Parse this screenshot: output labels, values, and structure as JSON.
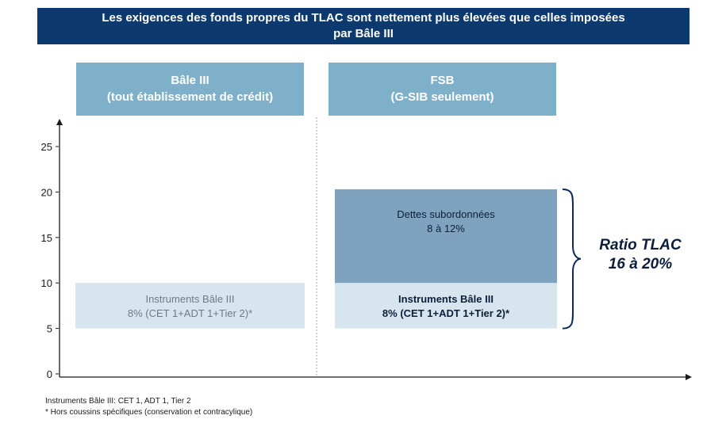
{
  "title": {
    "line1": "Les exigences des fonds propres du TLAC sont nettement plus élevées que celles imposées",
    "line2": "par Bâle III"
  },
  "columns": [
    {
      "title": "Bâle III",
      "subtitle": "(tout établissement de crédit)"
    },
    {
      "title": "FSB",
      "subtitle": "(G-SIB seulement)"
    }
  ],
  "ratio_label": {
    "line1": "Ratio TLAC",
    "line2": "16 à 20%"
  },
  "footnotes": [
    "Instruments Bâle III: CET 1, ADT 1, Tier  2",
    "* Hors coussins spécifiques (conservation et contracylique)"
  ],
  "colors": {
    "title_bg": "#0d3a6e",
    "header_bg": "#7fb0c9",
    "light_block": "#d7e6ee",
    "dark_block": "#7fa3bf",
    "brace": "#0d2a5a"
  },
  "chart_data": {
    "type": "bar",
    "ylim": [
      0,
      27
    ],
    "yticks": [
      0,
      5,
      10,
      15,
      20,
      25
    ],
    "grid": false,
    "blocks": [
      {
        "column": 0,
        "y0": 5,
        "y1": 10,
        "style": "light",
        "label_line1": "Instruments Bâle III",
        "label_line2": "8% (CET 1+ADT 1+Tier 2)*",
        "bold": false
      },
      {
        "column": 1,
        "y0": 5,
        "y1": 10,
        "style": "light",
        "label_line1": "Instruments Bâle III",
        "label_line2": "8% (CET 1+ADT 1+Tier 2)*",
        "bold": true
      },
      {
        "column": 1,
        "y0": 10,
        "y1": 20.3,
        "style": "dark",
        "label_line1": "Dettes subordonnées",
        "label_line2": "8 à 12%",
        "bold": false
      }
    ],
    "brace_range": [
      5,
      20.3
    ]
  }
}
